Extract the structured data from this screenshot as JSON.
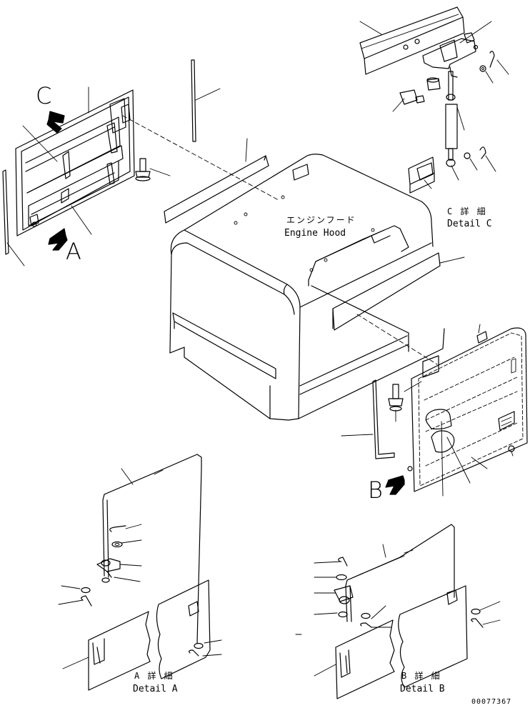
{
  "labels": {
    "engine_hood_ja": "エンジンフード",
    "engine_hood_en": "Engine Hood",
    "view_c": "C",
    "view_a": "A",
    "view_b": "B",
    "detail_c_ja": "C 詳 細",
    "detail_c_en": "Detail C",
    "detail_a_ja": "A 詳 細",
    "detail_a_en": "Detail A",
    "detail_b_ja": "B 詳 細",
    "detail_b_en": "Detail B",
    "drawing_number": "00077367"
  },
  "colors": {
    "line": "#000000",
    "background": "#ffffff"
  }
}
